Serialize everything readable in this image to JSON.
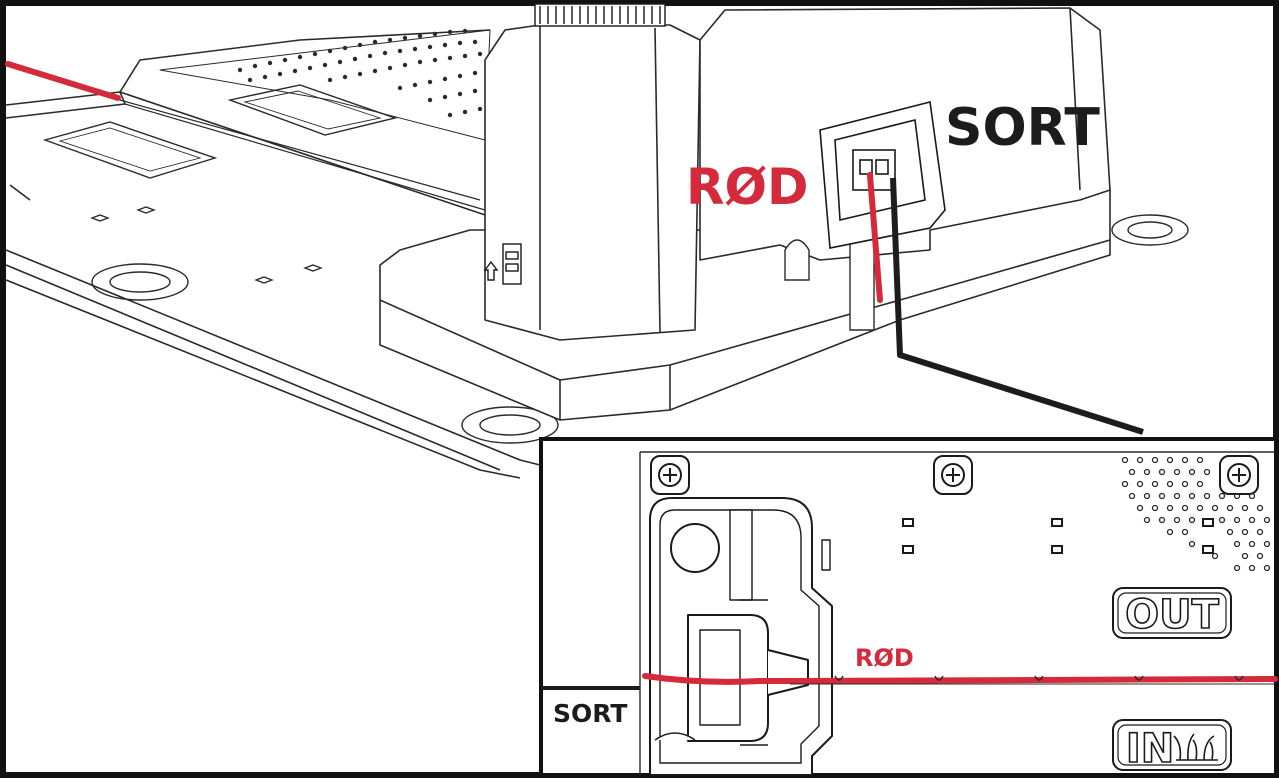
{
  "labels": {
    "rod_main": "RØD",
    "sort_main": "SORT",
    "rod_inset": "RØD",
    "sort_inset": "SORT",
    "out_marking": "OUT",
    "in_marking": "IN"
  },
  "colors": {
    "red_wire": "#d42a3c",
    "black_wire": "#1c1c1c",
    "line_art": "#2a2a2a",
    "background": "#ffffff"
  },
  "icons": {
    "grass": "grass-icon",
    "screw": "plus-screw-icon"
  }
}
